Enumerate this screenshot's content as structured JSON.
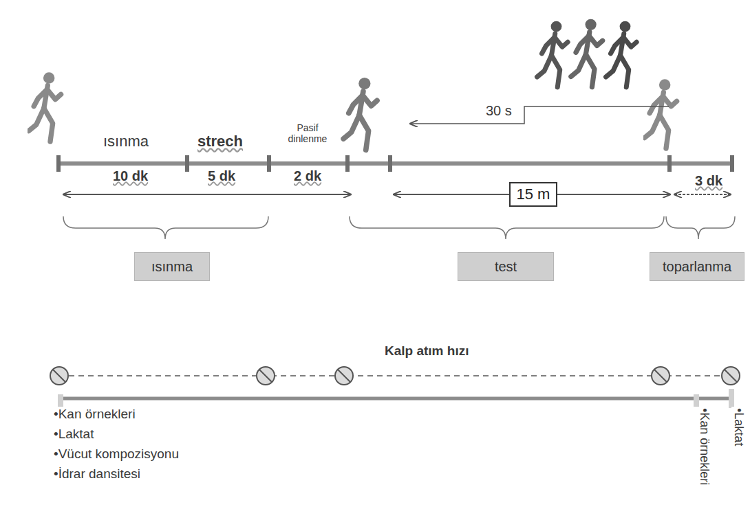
{
  "diagram": {
    "nodes": [
      {
        "text": [
          "15 m"
        ]
      },
      {
        "text": [
          "ısınma"
        ]
      },
      {
        "text": [
          "test"
        ]
      },
      {
        "text": [
          "toparlanma"
        ]
      }
    ],
    "labels": [
      "ısınma",
      "strech",
      "Pasif dinlenme",
      "10 dk",
      "5 dk",
      "2 dk",
      "30 s",
      "3 dk",
      "Kalp atım hızı",
      "•Kan örnekleri",
      "•Laktat",
      "•Vücut kompozisyonu",
      "•İdrar dansitesi",
      "•Kan örnekleri",
      "•Laktat"
    ]
  }
}
